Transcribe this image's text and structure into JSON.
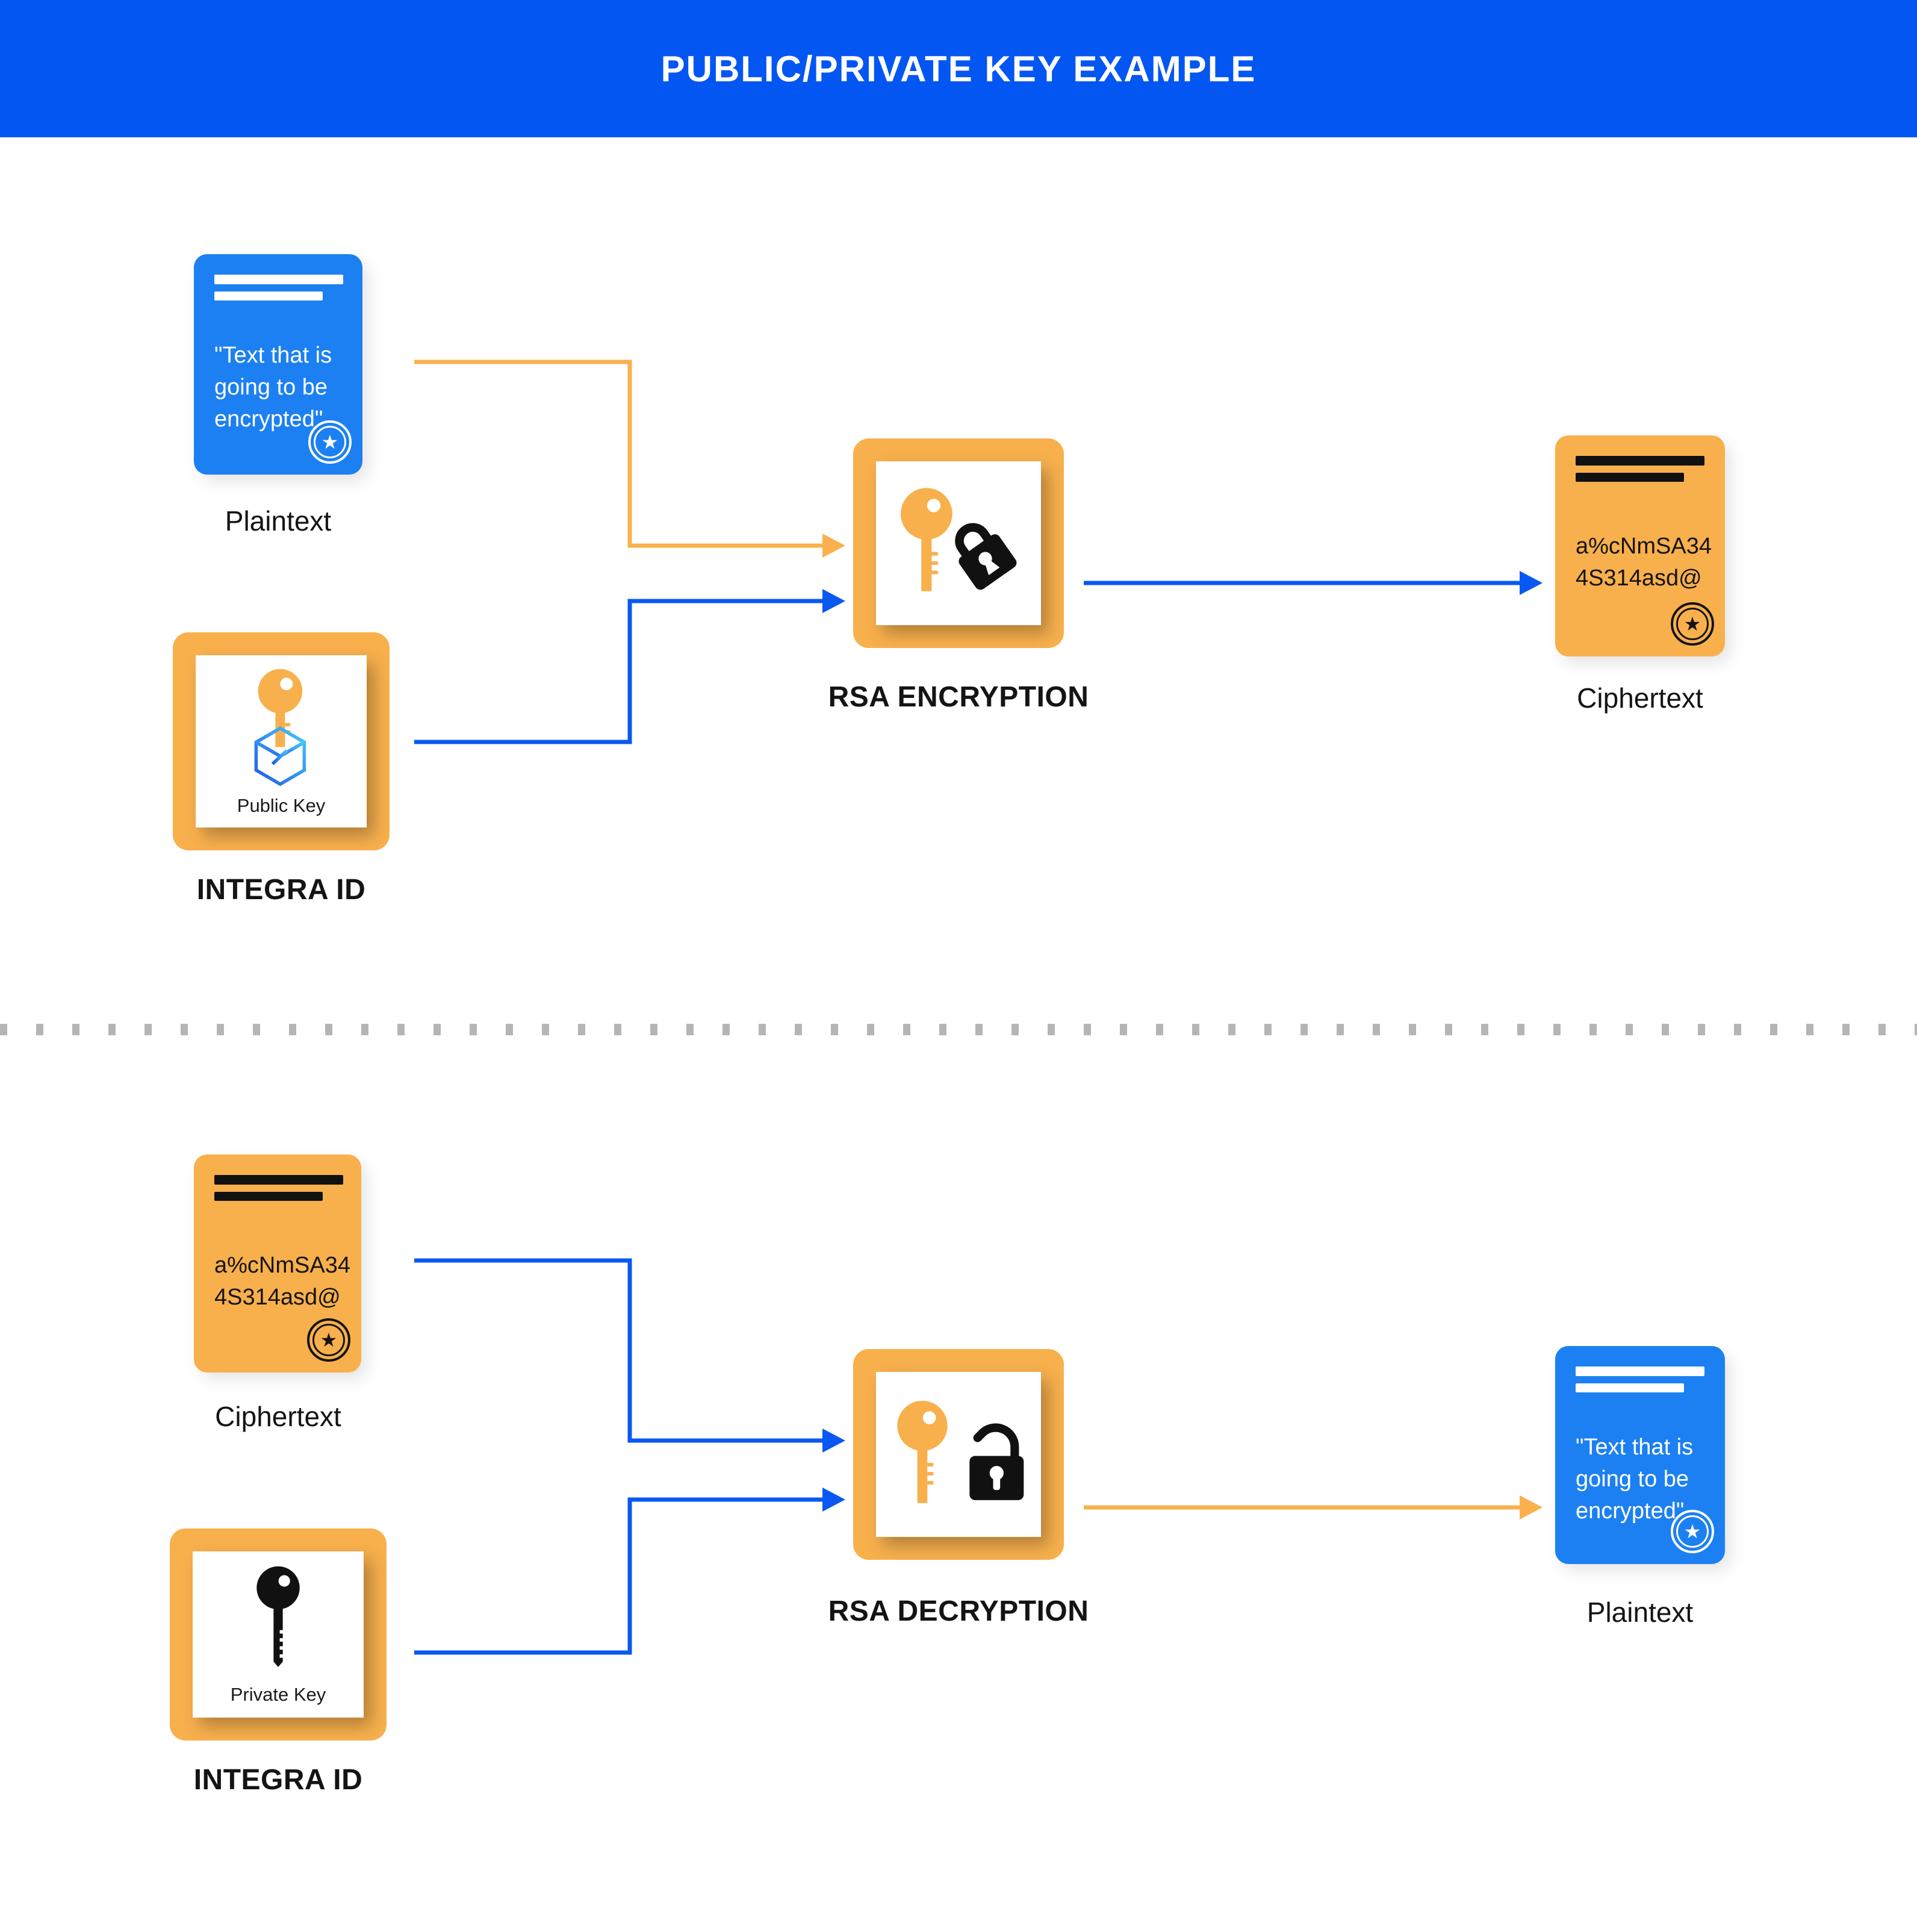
{
  "header": {
    "title": "PUBLIC/PRIVATE KEY EXAMPLE"
  },
  "colors": {
    "header_blue": "#0356F2",
    "card_blue": "#1C80F2",
    "orange": "#F8B04D",
    "arrow_blue": "#0A58F2",
    "arrow_orange": "#F9B14E",
    "divider_gray": "#B5B5B5",
    "text_black": "#141414"
  },
  "glyphs": {
    "star": "★"
  },
  "icons": {
    "plaintext_seal": "star-seal-icon",
    "ciphertext_seal": "star-seal-icon",
    "public_key": "orange-key-with-blue-cube-icon",
    "private_key": "black-key-icon",
    "rsa_encryption": "key-with-closed-padlock-icon",
    "rsa_decryption": "key-with-open-padlock-icon"
  },
  "encryption": {
    "plaintext_card": {
      "body": "\"Text that is going to be encrypted\"",
      "label": "Plaintext"
    },
    "integra_id": {
      "key_caption": "Public Key",
      "label": "INTEGRA ID"
    },
    "process": {
      "label": "RSA ENCRYPTION"
    },
    "ciphertext_card": {
      "body_line1": "a%cNmSA34",
      "body_line2": "4S314asd@",
      "label": "Ciphertext"
    }
  },
  "decryption": {
    "ciphertext_card": {
      "body_line1": "a%cNmSA34",
      "body_line2": "4S314asd@",
      "label": "Ciphertext"
    },
    "integra_id": {
      "key_caption": "Private Key",
      "label": "INTEGRA ID"
    },
    "process": {
      "label": "RSA DECRYPTION"
    },
    "plaintext_card": {
      "body": "\"Text that is going to be encrypted\"",
      "label": "Plaintext"
    }
  }
}
